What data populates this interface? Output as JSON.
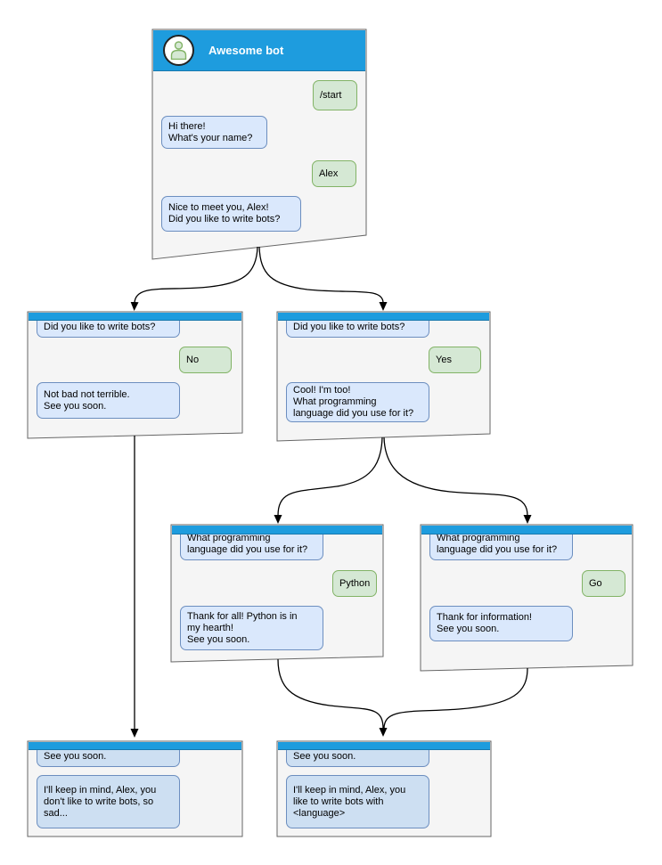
{
  "diagram": {
    "title": "Awesome bot",
    "colors": {
      "header_blue": "#1E9CDE",
      "titlebar_border": "#1878AD",
      "window_fill": "#F5F5F5",
      "window_border": "#666666",
      "bot_bubble_fill": "#DAE8FC",
      "bot_bubble_border": "#6C8EBF",
      "user_bubble_fill": "#D5E8D4",
      "user_bubble_border": "#82B366",
      "end_bubble_fill": "#CDDFF2",
      "connector": "#000000",
      "title_text": "#FFFFFF",
      "bubble_text": "#000000",
      "avatar_bg": "#FFFFFF"
    },
    "windows": [
      {
        "id": "main",
        "title": "Awesome bot",
        "avatar_icon": "person-icon",
        "bubbles": [
          {
            "side": "user",
            "text": "/start"
          },
          {
            "side": "bot",
            "text": "Hi there!\nWhat's your name?"
          },
          {
            "side": "user",
            "text": "Alex"
          },
          {
            "side": "bot",
            "text": "Nice to meet you, Alex!\nDid you like to write bots?"
          }
        ]
      },
      {
        "id": "branch-no",
        "bubbles": [
          {
            "side": "bot",
            "text": "Did you like to write bots?"
          },
          {
            "side": "user",
            "text": "No"
          },
          {
            "side": "bot",
            "text": "Not bad not terrible.\nSee you soon."
          }
        ]
      },
      {
        "id": "branch-yes",
        "bubbles": [
          {
            "side": "bot",
            "text": "Did you like to write bots?"
          },
          {
            "side": "user",
            "text": "Yes"
          },
          {
            "side": "bot",
            "text": "Cool! I'm too!\nWhat programming\nlanguage did you use for it?"
          }
        ]
      },
      {
        "id": "branch-python",
        "bubbles": [
          {
            "side": "bot",
            "text": "What programming\nlanguage did you use for it?"
          },
          {
            "side": "user",
            "text": "Python"
          },
          {
            "side": "bot",
            "text": "Thank for all! Python is in\nmy hearth!\nSee you soon."
          }
        ]
      },
      {
        "id": "branch-go",
        "bubbles": [
          {
            "side": "bot",
            "text": "What programming\nlanguage did you use for it?"
          },
          {
            "side": "user",
            "text": "Go"
          },
          {
            "side": "bot",
            "text": "Thank for information!\nSee you soon."
          }
        ]
      },
      {
        "id": "end-no",
        "bubbles": [
          {
            "side": "bot",
            "text": "See you soon."
          },
          {
            "side": "bot",
            "text": "I'll keep in mind, Alex, you\ndon't like to write bots, so\nsad..."
          }
        ]
      },
      {
        "id": "end-yes",
        "bubbles": [
          {
            "side": "bot",
            "text": "See you soon."
          },
          {
            "side": "bot",
            "text": "I'll keep in mind, Alex, you\nlike to write bots with\n<language>"
          }
        ]
      }
    ]
  }
}
